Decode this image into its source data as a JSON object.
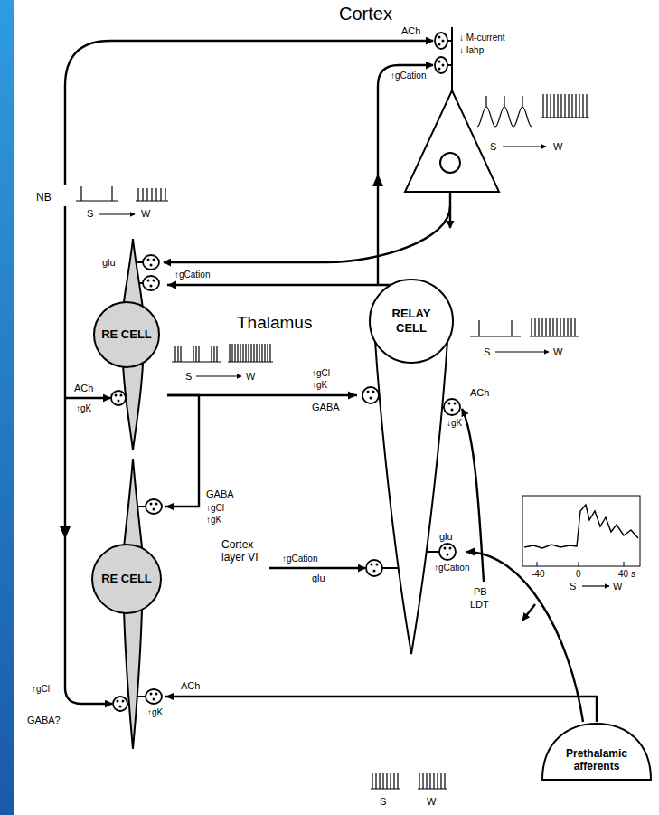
{
  "diagram": {
    "nodes": [
      {
        "text": [
          "RE CELL"
        ]
      },
      {
        "text": [
          "RELAY CELL"
        ]
      },
      {
        "text": [
          "RE CELL"
        ]
      },
      {
        "text": [
          "Prethalamic afferents"
        ]
      }
    ],
    "edges": [
      {
        "from": 0,
        "to": 1,
        "arrow": "to"
      },
      {
        "from": 0,
        "to": 2,
        "arrow": "to"
      },
      {
        "from": 1,
        "to": 0,
        "arrow": "to"
      },
      {
        "from": 3,
        "to": 1,
        "arrow": "to"
      },
      {
        "from": 3,
        "to": 2,
        "arrow": "to"
      }
    ],
    "labels": [
      "Cortex",
      "ACh",
      "↓ M-current",
      "↓ Iahp",
      "↑gCation",
      "S",
      "W",
      "NB",
      "S",
      "W",
      "glu",
      "↑gCation",
      "Thalamus",
      "S",
      "W",
      "ACh",
      "↑gK",
      "GABA",
      "↑gCl",
      "↑gK",
      "S",
      "W",
      "↑gCl",
      "↑gK",
      "GABA",
      "ACh",
      "↓gK",
      "glu",
      "↑gCation",
      "Cortex layer VI",
      "↑gCation",
      "glu",
      "-40",
      "0",
      "40 s",
      "S",
      "W",
      "PB",
      "LDT",
      "↑gCl",
      "GABA?",
      "↑gK",
      "ACh",
      "S",
      "W"
    ]
  }
}
